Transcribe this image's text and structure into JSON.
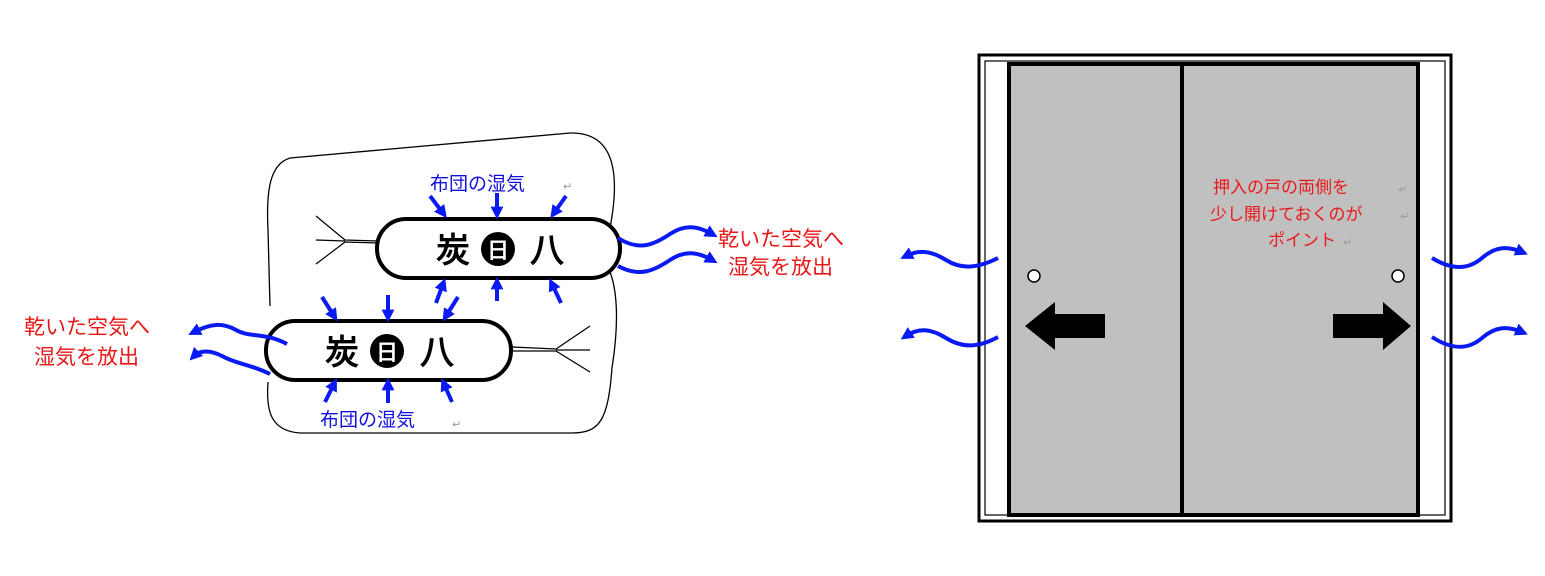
{
  "colors": {
    "airflow": "#0a1af5",
    "annotation_red": "#e81818",
    "label_blue": "#1010dd",
    "door_fill": "#c0c0c0",
    "outline": "#000000"
  },
  "futon_diagram": {
    "upper_moisture_label": "布団の湿気",
    "lower_moisture_label": "布団の湿気",
    "upper_release_label": [
      "乾いた空気へ",
      "湿気を放出"
    ],
    "lower_release_label": [
      "乾いた空気へ",
      "湿気を放出"
    ],
    "upper_bag": {
      "left": "炭",
      "logo": "日",
      "right": "八"
    },
    "lower_bag": {
      "left": "炭",
      "logo": "日",
      "right": "八"
    },
    "return_mark": "↵"
  },
  "closet_diagram": {
    "note_lines": [
      "押入の戸の両側を",
      "少し開けておくのが",
      "ポイント"
    ],
    "return_mark": "↵",
    "left_arrow_icon": "arrow-left-icon",
    "right_arrow_icon": "arrow-right-icon"
  }
}
